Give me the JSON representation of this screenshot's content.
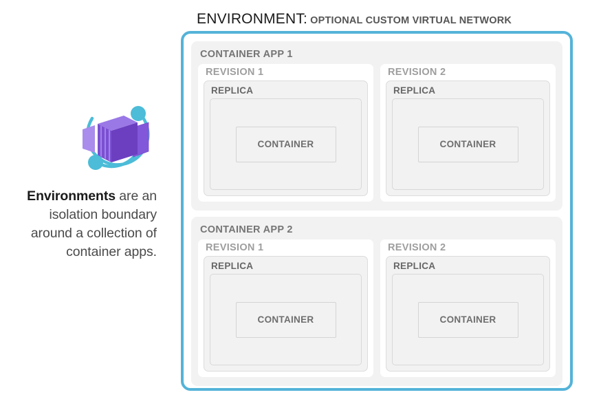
{
  "title": {
    "main": "ENVIRONMENT:",
    "sub": "OPTIONAL CUSTOM VIRTUAL NETWORK"
  },
  "caption": {
    "bold": "Environments",
    "rest": " are an isolation boundary around a collection of container apps."
  },
  "logo": {
    "name": "azure-container-apps-logo",
    "purple_dark": "#6b3fc0",
    "purple_mid": "#8257d9",
    "purple_light": "#a98cec",
    "accent_cyan": "#4cbcd8"
  },
  "colors": {
    "environment_border": "#54b3d8",
    "app_background": "#f2f2f2",
    "revision_background": "#ffffff",
    "replica_background": "#f2f2f2",
    "container_border": "#d4d4d4",
    "app_label": "#757575",
    "revision_label": "#9e9e9e",
    "replica_label": "#666666",
    "container_label": "#6e6e6e"
  },
  "apps": [
    {
      "label": "CONTAINER APP 1",
      "revisions": [
        {
          "label": "REVISION 1",
          "replica_label": "REPLICA",
          "container_label": "CONTAINER"
        },
        {
          "label": "REVISION 2",
          "replica_label": "REPLICA",
          "container_label": "CONTAINER"
        }
      ]
    },
    {
      "label": "CONTAINER APP 2",
      "revisions": [
        {
          "label": "REVISION 1",
          "replica_label": "REPLICA",
          "container_label": "CONTAINER"
        },
        {
          "label": "REVISION 2",
          "replica_label": "REPLICA",
          "container_label": "CONTAINER"
        }
      ]
    }
  ]
}
